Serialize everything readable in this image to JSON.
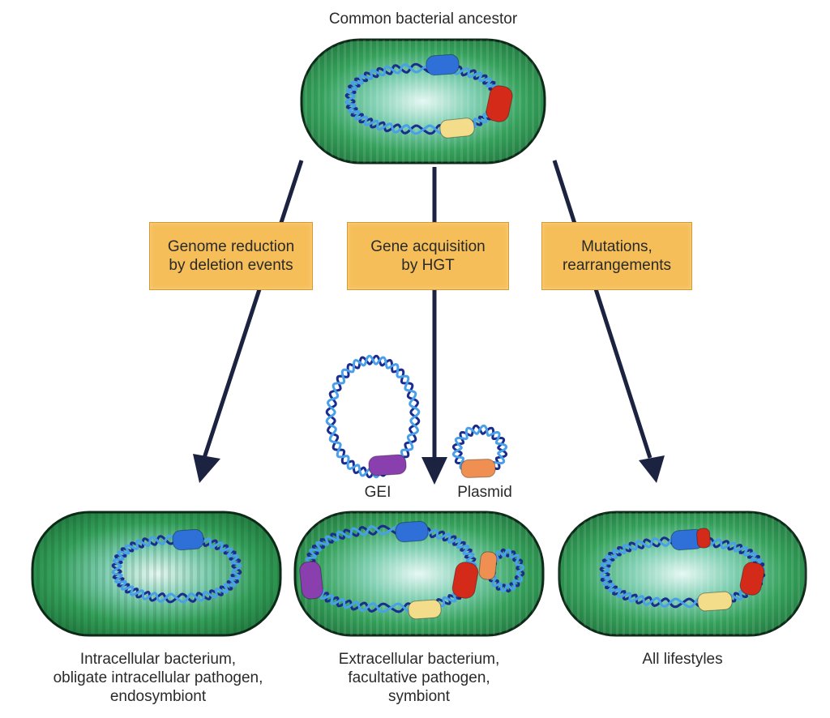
{
  "top": {
    "title": "Common bacterial ancestor"
  },
  "processes": [
    {
      "line1": "Genome reduction",
      "line2": "by deletion events"
    },
    {
      "line1": "Gene acquisition",
      "line2": "by HGT"
    },
    {
      "line1": "Mutations,",
      "line2": "rearrangements"
    }
  ],
  "elements": {
    "gei": "GEI",
    "plasmid": "Plasmid"
  },
  "outcomes": [
    {
      "line1": "Intracellular bacterium,",
      "line2": "obligate intracellular pathogen,",
      "line3": "endosymbiont"
    },
    {
      "line1": "Extracellular bacterium,",
      "line2": "facultative pathogen,",
      "line3": "symbiont"
    },
    {
      "line1": "All lifestyles",
      "line2": "",
      "line3": ""
    }
  ],
  "colors": {
    "cell": "#2e9950",
    "cell_edge": "#0d2a18",
    "cell_center": "#dcf3ee",
    "dna_a": "#1a2d8f",
    "dna_b": "#4aa0e8",
    "gene_blue": "#2f6fd8",
    "gene_red": "#d42a1a",
    "gene_yellow": "#f3dc8a",
    "gene_purple": "#8a3fae",
    "gene_orange": "#ef8f52",
    "box": "#f5be58",
    "arrow": "#1c2340"
  }
}
